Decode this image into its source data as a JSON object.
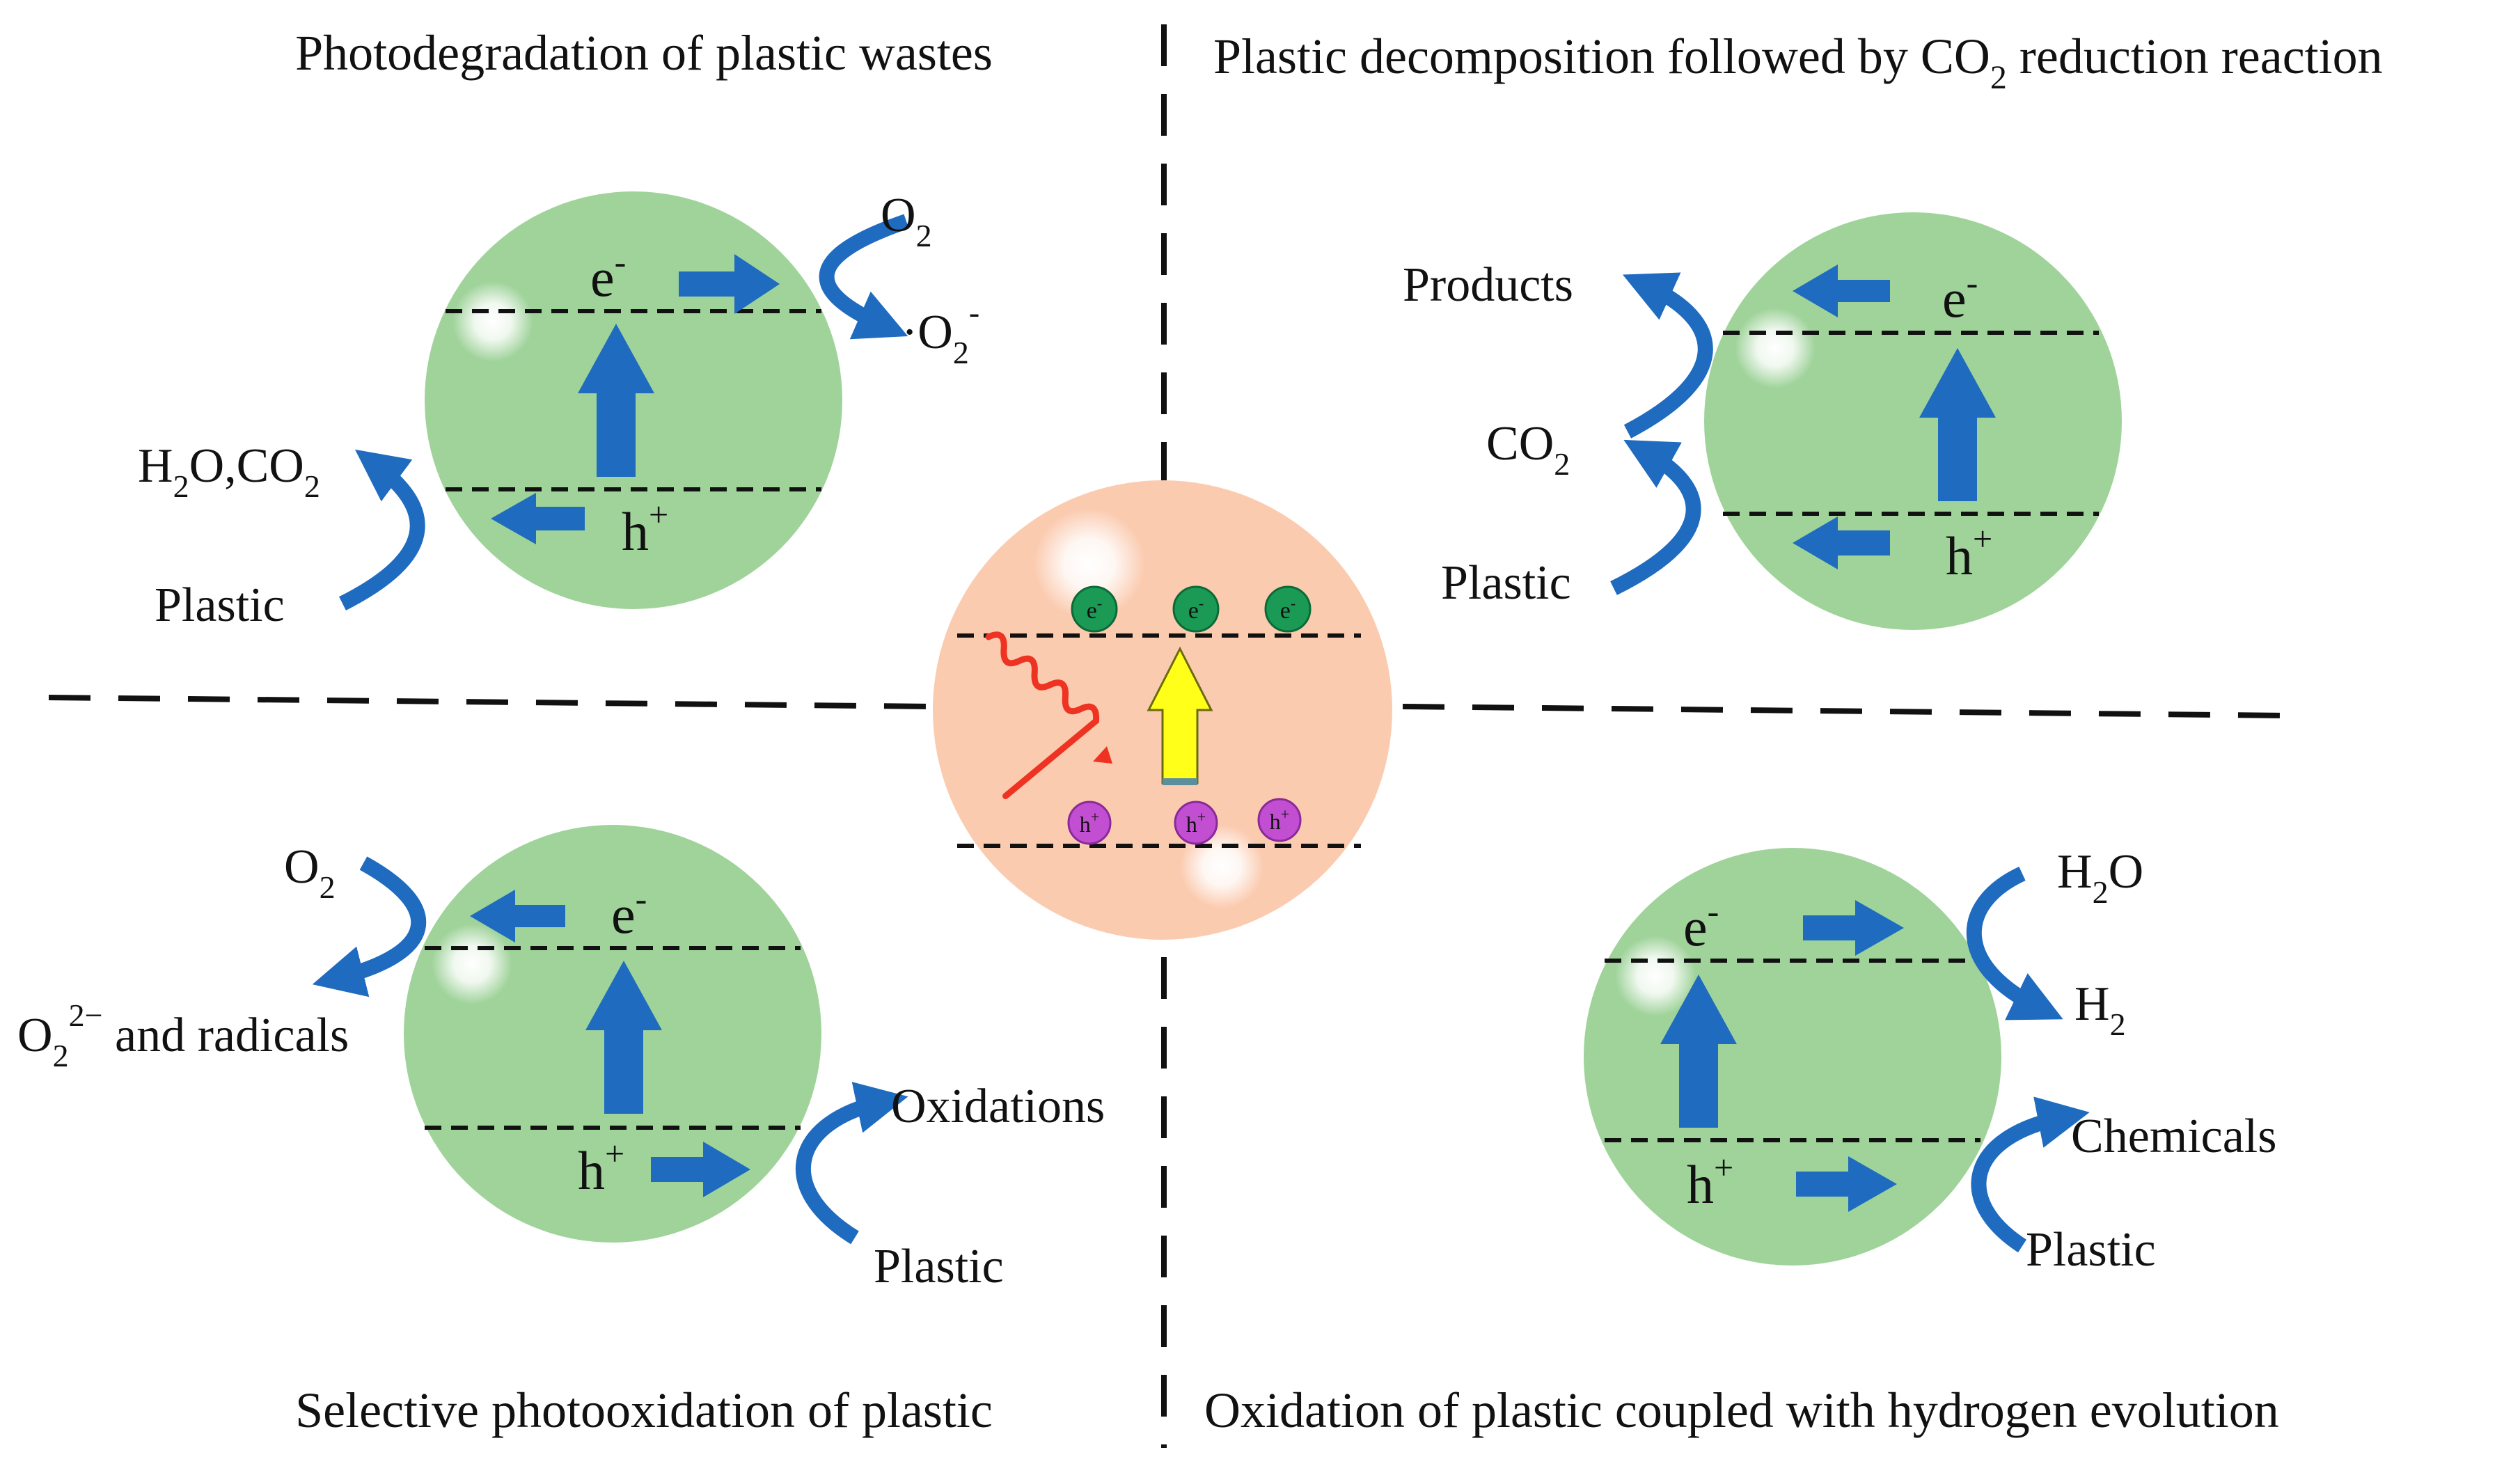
{
  "colors": {
    "particle_fill": "#9fd39a",
    "center_fill": "#fbcbb0",
    "arrow_blue": "#1f6bbf",
    "electron_green": "#1a9a55",
    "hole_purple": "#c24fd1",
    "excitation_yellow": "#ffff1a",
    "light_red": "#ee3322",
    "divider": "#111111"
  },
  "panels": {
    "top_left": {
      "title": "Photodegradation of plastic wastes",
      "electron": "e",
      "electron_sup": "-",
      "hole": "h",
      "hole_sup": "+",
      "o2": "O",
      "o2_sub": "2",
      "superoxide_pre": "·O",
      "superoxide_sub": "2",
      "superoxide_sup": "-",
      "h2o_co2_1": "H",
      "h2o_co2_sub1": "2",
      "h2o_co2_2": "O,CO",
      "h2o_co2_sub2": "2",
      "plastic": "Plastic"
    },
    "top_right": {
      "title_pre": "Plastic decomposition followed by CO",
      "title_sub": "2",
      "title_post": " reduction reaction",
      "electron": "e",
      "electron_sup": "-",
      "hole": "h",
      "hole_sup": "+",
      "products": "Products",
      "co2": "CO",
      "co2_sub": "2",
      "plastic": "Plastic"
    },
    "bottom_left": {
      "title": "Selective photooxidation of plastic",
      "electron": "e",
      "electron_sup": "-",
      "hole": "h",
      "hole_sup": "+",
      "o2": "O",
      "o2_sub": "2",
      "peroxide": "O",
      "peroxide_sub": "2",
      "peroxide_sup": "2−",
      "peroxide_post": " and radicals",
      "oxidations": "Oxidations",
      "plastic": "Plastic"
    },
    "bottom_right": {
      "title": "Oxidation of plastic coupled with hydrogen evolution",
      "electron": "e",
      "electron_sup": "-",
      "hole": "h",
      "hole_sup": "+",
      "h2o": "H",
      "h2o_sub": "2",
      "h2o_post": "O",
      "h2": "H",
      "h2_sub": "2",
      "chemicals": "Chemicals",
      "plastic": "Plastic"
    }
  },
  "center": {
    "electron_label": "e",
    "electron_sup": "-",
    "hole_label": "h",
    "hole_sup": "+"
  }
}
